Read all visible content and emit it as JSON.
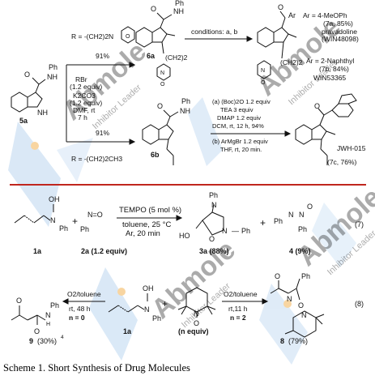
{
  "watermark": {
    "text": "Abmole",
    "subtext": "Inhibitor Leader"
  },
  "scheme_top": {
    "compound_5a": {
      "label": "5a",
      "amide": "NH",
      "group": "Ph",
      "ring_nh": "NH"
    },
    "r_upper": "R = -(CH2)2N",
    "r_lower": "R = -(CH2)2CH3",
    "conditions_left": [
      "RBr",
      "(1.2 equiv)",
      "K2CO3",
      "(1.2 equiv)",
      "DMF, rt",
      "7 h"
    ],
    "yield_upper": "91%",
    "yield_lower": "91%",
    "compound_6a": {
      "label": "6a",
      "chain": "(CH2)2",
      "amide": "NH",
      "group": "Ph"
    },
    "compound_6b": {
      "label": "6b",
      "amide": "NH",
      "group": "Ph"
    },
    "conditions_ab": "conditions: a, b",
    "product_7": {
      "acyl": "Ar",
      "ar_a": "Ar = 4-MeOPh",
      "yield_a": "(7a, 85%)",
      "name_a": "pravadoline",
      "code_a": "(WIN48098)",
      "chain": "(CH2)2",
      "ar_b": "Ar = 2-Naphthyl",
      "yield_b": "(7b, 84%)",
      "code_b": "WIN53365"
    },
    "step_a": [
      "(a) (Boc)2O 1.2 equiv",
      "TEA 3 equiv",
      "DMAP 1.2 equiv",
      "DCM, rt, 12 h, 94%"
    ],
    "step_b": [
      "(b) ArMgBr 1.2 equiv",
      "THF, rt, 20 min."
    ],
    "product_7c": {
      "name": "JWH-015",
      "yield": "(7c, 76%)"
    }
  },
  "scheme_mid": {
    "reactant_1a": {
      "label": "1a",
      "oh": "OH",
      "n": "N",
      "ph": "Ph"
    },
    "plus": "+",
    "reactant_2a": {
      "label": "2a (1.2 equiv)",
      "no": "N=O",
      "ph": "Ph"
    },
    "conditions": [
      "TEMPO (5 mol %)",
      "toluene, 25 °C",
      "Ar, 20 min"
    ],
    "product_3a": {
      "label": "3a (88%)",
      "ph_top": "Ph",
      "n_top": "N",
      "ho": "HO",
      "o": "O",
      "n": "N",
      "ph": "Ph"
    },
    "product_4": {
      "label": "4 (9%)",
      "ph1": "Ph",
      "n": "N",
      "n2": "N",
      "o": "O",
      "ph2": "Ph"
    },
    "eq_number": "(7)"
  },
  "scheme_bottom": {
    "product_9": {
      "label": "9",
      "yield": "(30%)",
      "superscript": "4",
      "o1": "O",
      "o2": "O",
      "nh": "N",
      "ph": "Ph",
      "h": "H"
    },
    "cond_left": [
      "O2/toluene",
      "rt, 48 h",
      "n = 0"
    ],
    "reactant_1a": {
      "label": "1a",
      "oh": "OH",
      "n": "N",
      "ph": "Ph"
    },
    "plus": "+",
    "tempo": {
      "label": "(n equiv)",
      "n": "N",
      "o": "O"
    },
    "cond_right": [
      "O2/toluene",
      "rt,11 h",
      "n = 2"
    ],
    "product_8": {
      "label": "8",
      "yield": "(79%)",
      "o": "O",
      "n": "N",
      "ph": "Ph",
      "o2": "O",
      "n2": "N"
    },
    "eq_number": "(8)"
  },
  "caption": "Scheme 1. Short Synthesis of Drug Molecules"
}
